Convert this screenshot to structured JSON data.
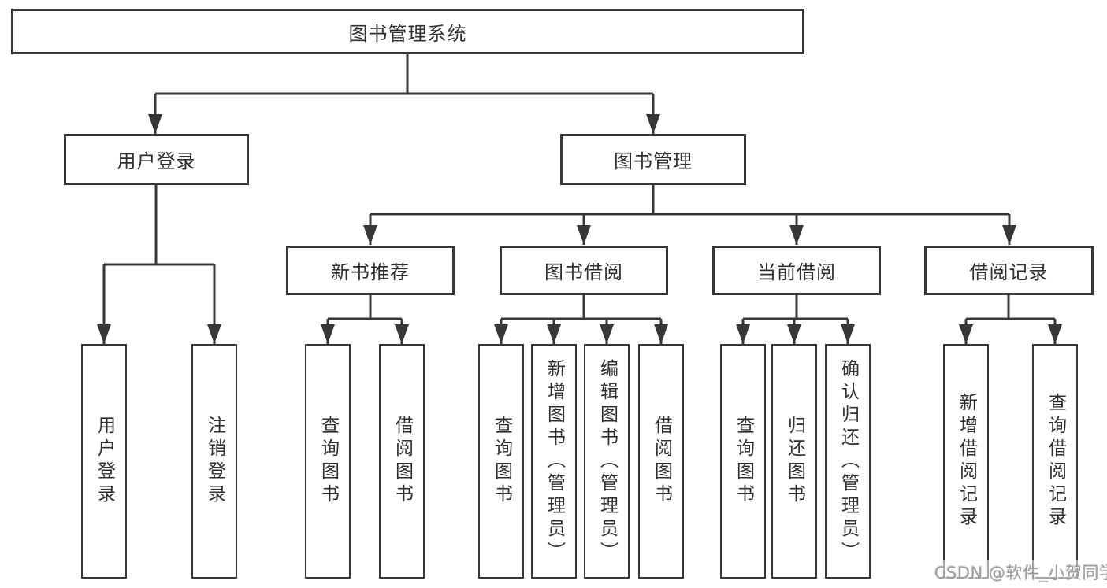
{
  "colors": {
    "line": "#373737",
    "box_border": "#373737",
    "box_fill": "#ffffff",
    "text": "#2f2f2f",
    "watermark": "#9b9b9b",
    "background": "#ffffff"
  },
  "watermark": {
    "text": "CSDN @软件_小贺同学"
  },
  "tree": {
    "label": "图书管理系统",
    "children": [
      {
        "label": "用户登录",
        "children": [
          {
            "label": "用户登录"
          },
          {
            "label": "注销登录"
          }
        ]
      },
      {
        "label": "图书管理",
        "children": [
          {
            "label": "新书推荐",
            "children": [
              {
                "label": "查询图书"
              },
              {
                "label": "借阅图书"
              }
            ]
          },
          {
            "label": "图书借阅",
            "children": [
              {
                "label": "查询图书"
              },
              {
                "label": "新增图书（管理员）"
              },
              {
                "label": "编辑图书（管理员）"
              },
              {
                "label": "借阅图书"
              }
            ]
          },
          {
            "label": "当前借阅",
            "children": [
              {
                "label": "查询图书"
              },
              {
                "label": "归还图书"
              },
              {
                "label": "确认归还（管理员）"
              }
            ]
          },
          {
            "label": "借阅记录",
            "children": [
              {
                "label": "新增借阅记录"
              },
              {
                "label": "查询借阅记录"
              }
            ]
          }
        ]
      }
    ]
  }
}
